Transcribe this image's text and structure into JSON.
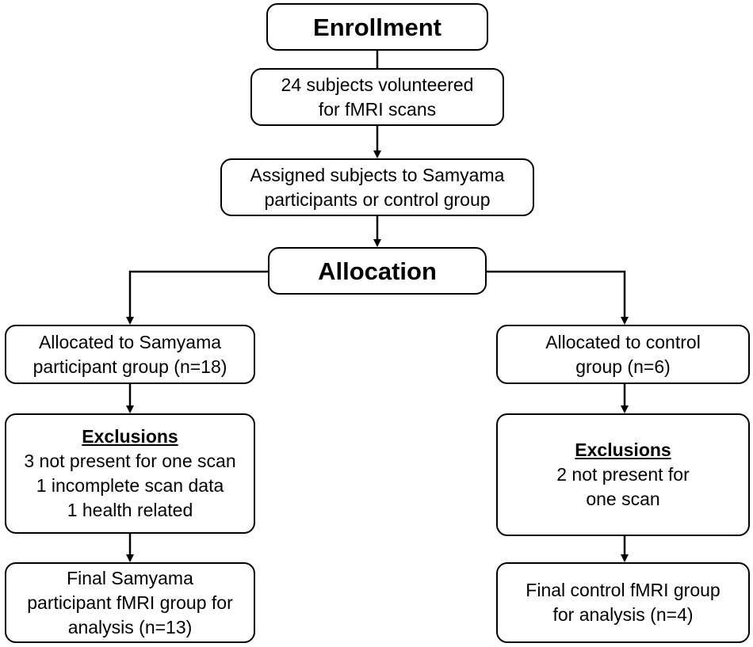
{
  "flowchart": {
    "enrollment": "Enrollment",
    "volunteered": [
      "24 subjects volunteered",
      "for fMRI scans"
    ],
    "assigned": [
      "Assigned subjects to Samyama",
      "participants or control group"
    ],
    "allocation": "Allocation",
    "samyama_branch": {
      "allocated": [
        "Allocated to Samyama",
        "participant group (n=18)"
      ],
      "exclusions_title": "Exclusions",
      "exclusions": [
        "3 not present for one scan",
        "1 incomplete scan data",
        "1 health related"
      ],
      "final": [
        "Final Samyama",
        "participant fMRI group for",
        "analysis (n=13)"
      ]
    },
    "control_branch": {
      "allocated": [
        "Allocated to control",
        "group (n=6)"
      ],
      "exclusions_title": "Exclusions",
      "exclusions": [
        "2 not present for",
        "one scan"
      ],
      "final": [
        "Final control fMRI group",
        "for analysis (n=4)"
      ]
    }
  }
}
